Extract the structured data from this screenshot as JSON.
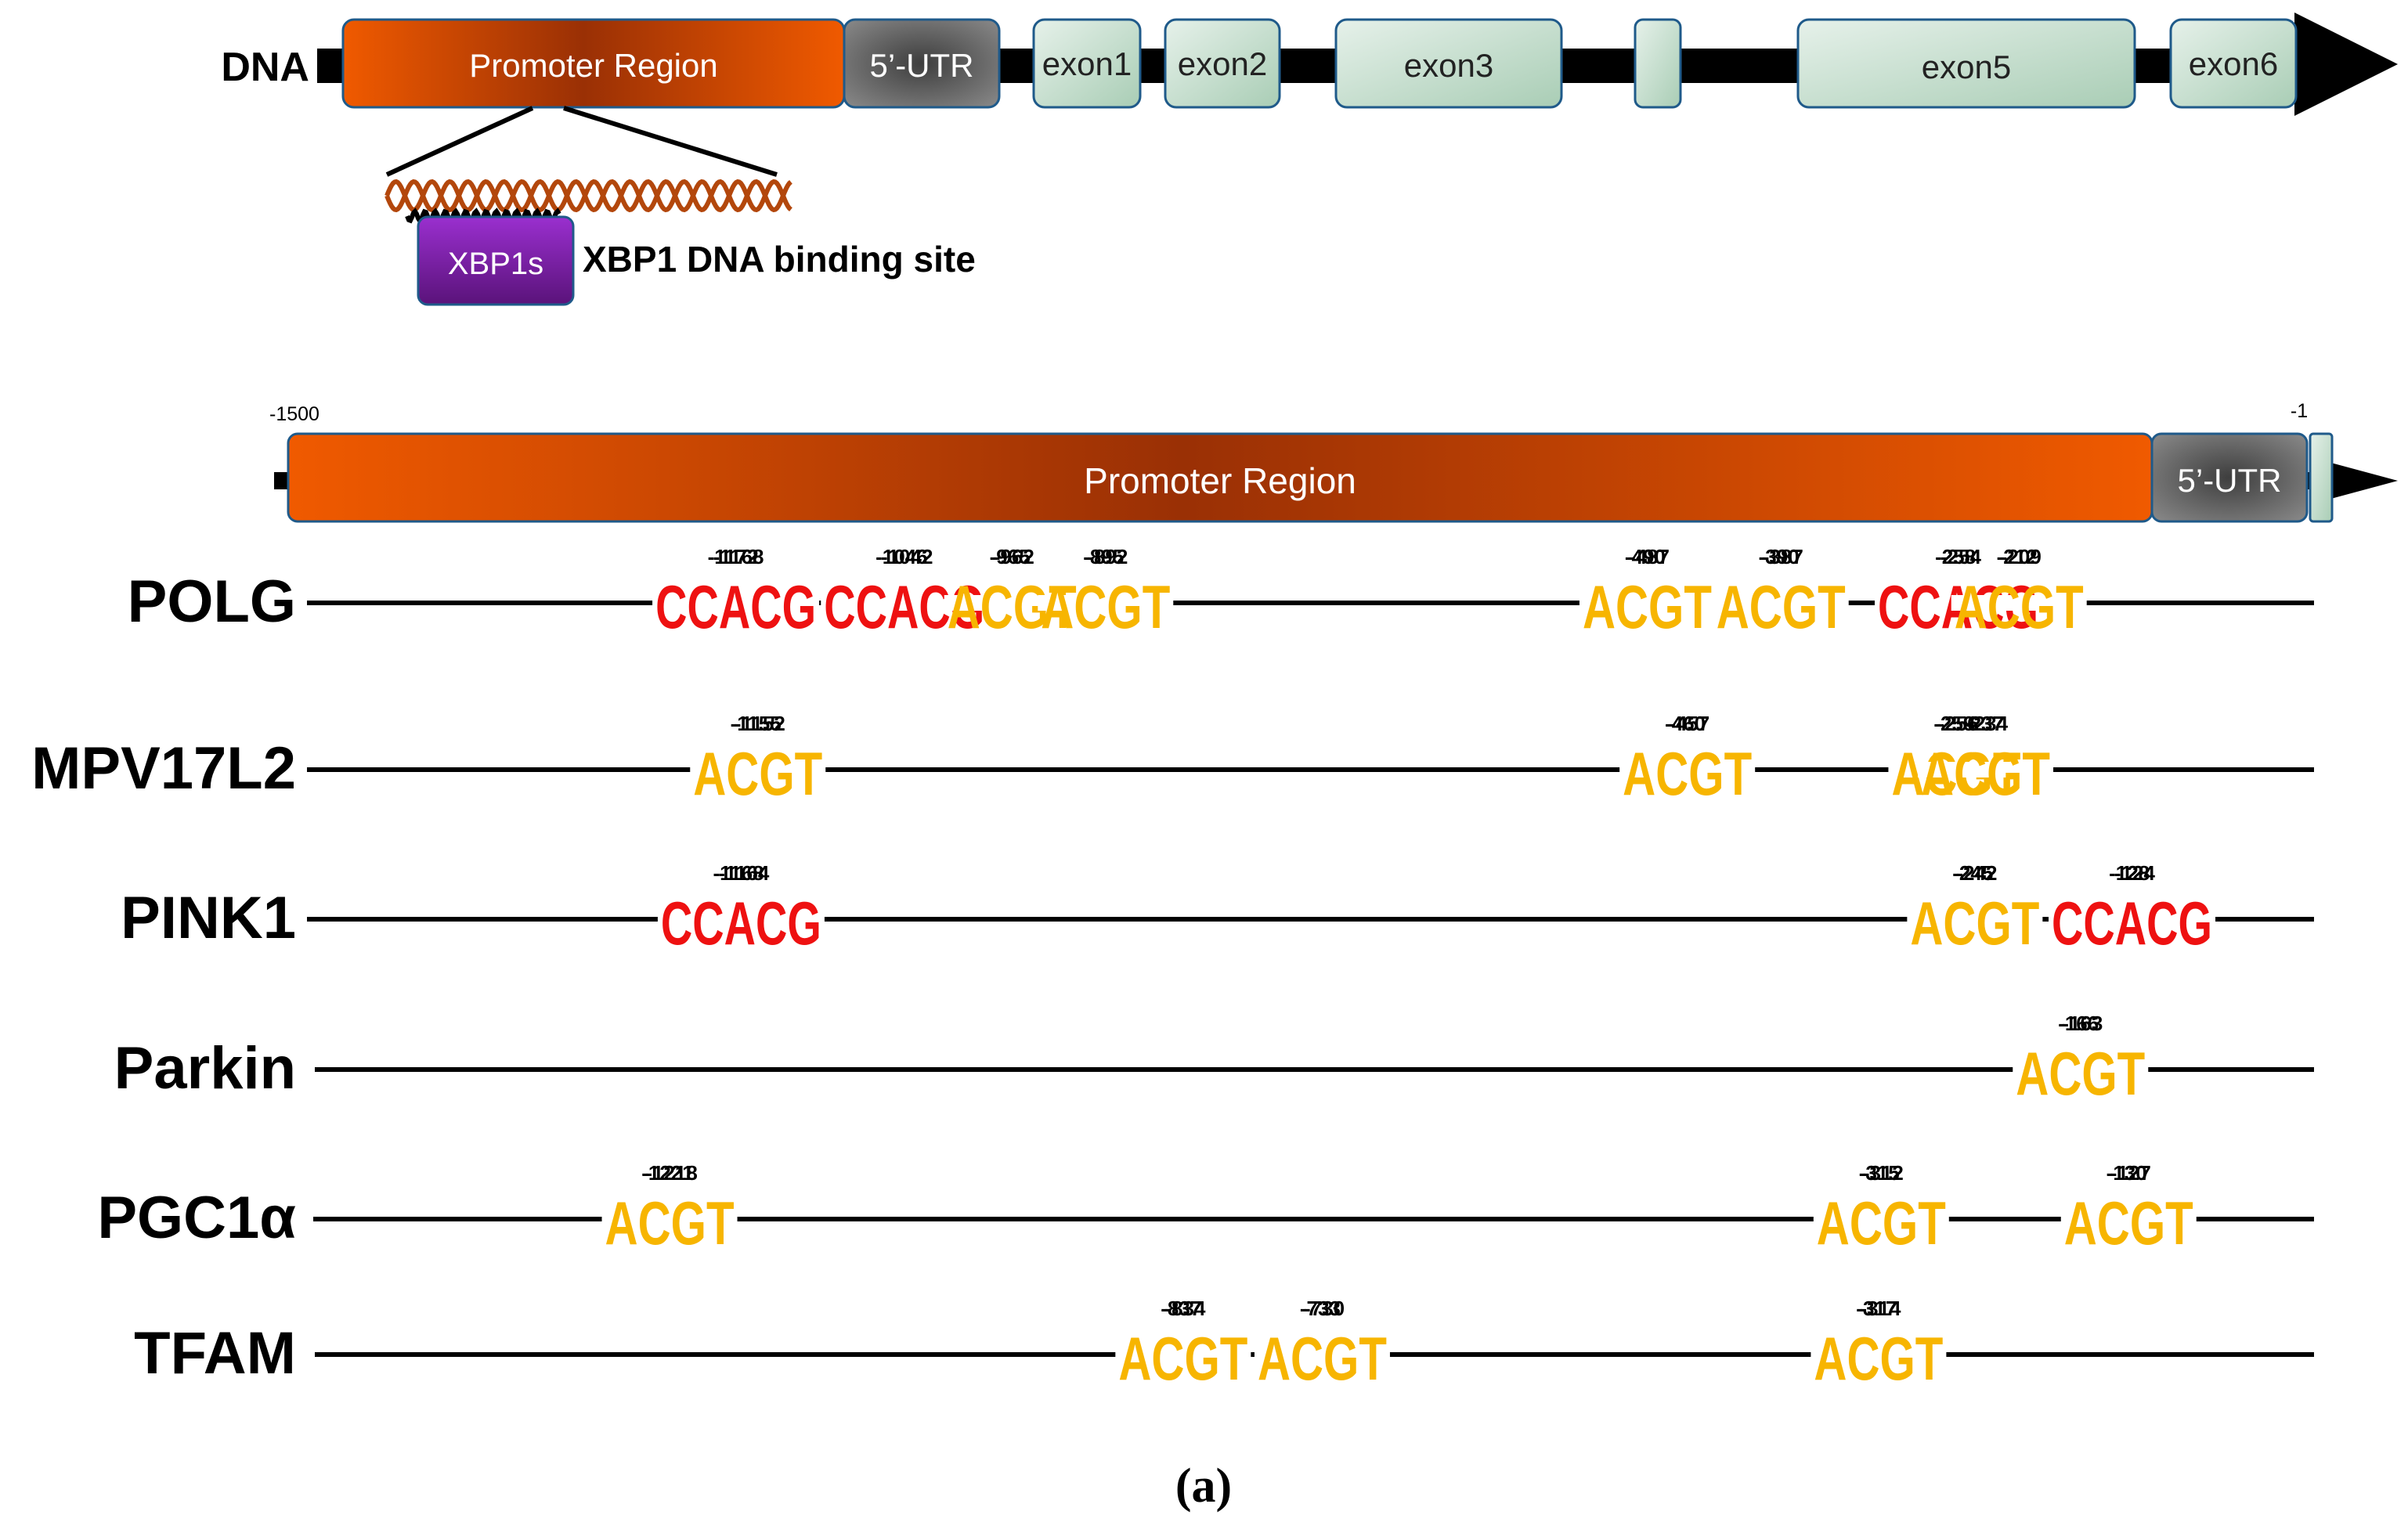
{
  "colors": {
    "ccacg": "#ee1111",
    "acgt": "#f7b500",
    "promoter_dark": "#9a3005",
    "promoter_light": "#f05a00",
    "utr": "#6b6b6b",
    "exon": "#cde3d4",
    "xbp1s": "#7d1fa5"
  },
  "gene_map": {
    "dna_label": "DNA",
    "promoter_label": "Promoter Region",
    "utr_label": "5’-UTR",
    "exons": [
      "exon1",
      "exon2",
      "exon3",
      "",
      "exon5",
      "exon6"
    ],
    "xbp1s_label": "XBP1s",
    "binding_site_label": "XBP1 DNA binding site"
  },
  "promoter_scale": {
    "start_label": "-1500",
    "end_label": "-1",
    "promoter_label": "Promoter Region",
    "utr_label": "5’-UTR"
  },
  "genes": [
    {
      "name": "POLG",
      "sites": [
        {
          "seq": "CCACG",
          "start": "-1172",
          "end": "-1168"
        },
        {
          "seq": "CCACG",
          "start": "-1046",
          "end": "-1042"
        },
        {
          "seq": "ACGT",
          "start": "-965",
          "end": "-962"
        },
        {
          "seq": "ACGT",
          "start": "-895",
          "end": "-892"
        },
        {
          "seq": "ACGT",
          "start": "-490",
          "end": "-487"
        },
        {
          "seq": "ACGT",
          "start": "-390",
          "end": "-387"
        },
        {
          "seq": "CCACG",
          "start": "-258",
          "end": "-254"
        },
        {
          "seq": "ACGT",
          "start": "-212",
          "end": "-209"
        }
      ]
    },
    {
      "name": "MPV17L2",
      "sites": [
        {
          "seq": "ACGT",
          "start": "-1155",
          "end": "-1152"
        },
        {
          "seq": "ACGT",
          "start": "-460",
          "end": "-457"
        },
        {
          "seq": "ACGT",
          "start": "-259",
          "end": "-256"
        },
        {
          "seq": "ACGT",
          "start": "-237",
          "end": "-234"
        }
      ]
    },
    {
      "name": "PINK1",
      "sites": [
        {
          "seq": "CCACG",
          "start": "-1168",
          "end": "-1164"
        },
        {
          "seq": "ACGT",
          "start": "-245",
          "end": "-242"
        },
        {
          "seq": "CCACG",
          "start": "-128",
          "end": "-124"
        }
      ]
    },
    {
      "name": "Parkin",
      "sites": [
        {
          "seq": "ACGT",
          "start": "-166",
          "end": "-163"
        }
      ]
    },
    {
      "name": "PGC1α",
      "sites": [
        {
          "seq": "ACGT",
          "start": "-1221",
          "end": "-1218"
        },
        {
          "seq": "ACGT",
          "start": "-315",
          "end": "-312"
        },
        {
          "seq": "ACGT",
          "start": "-130",
          "end": "-127"
        }
      ]
    },
    {
      "name": "TFAM",
      "sites": [
        {
          "seq": "ACGT",
          "start": "-837",
          "end": "-834"
        },
        {
          "seq": "ACGT",
          "start": "-733",
          "end": "-730"
        },
        {
          "seq": "ACGT",
          "start": "-317",
          "end": "-314"
        }
      ]
    }
  ],
  "caption": "(a)"
}
